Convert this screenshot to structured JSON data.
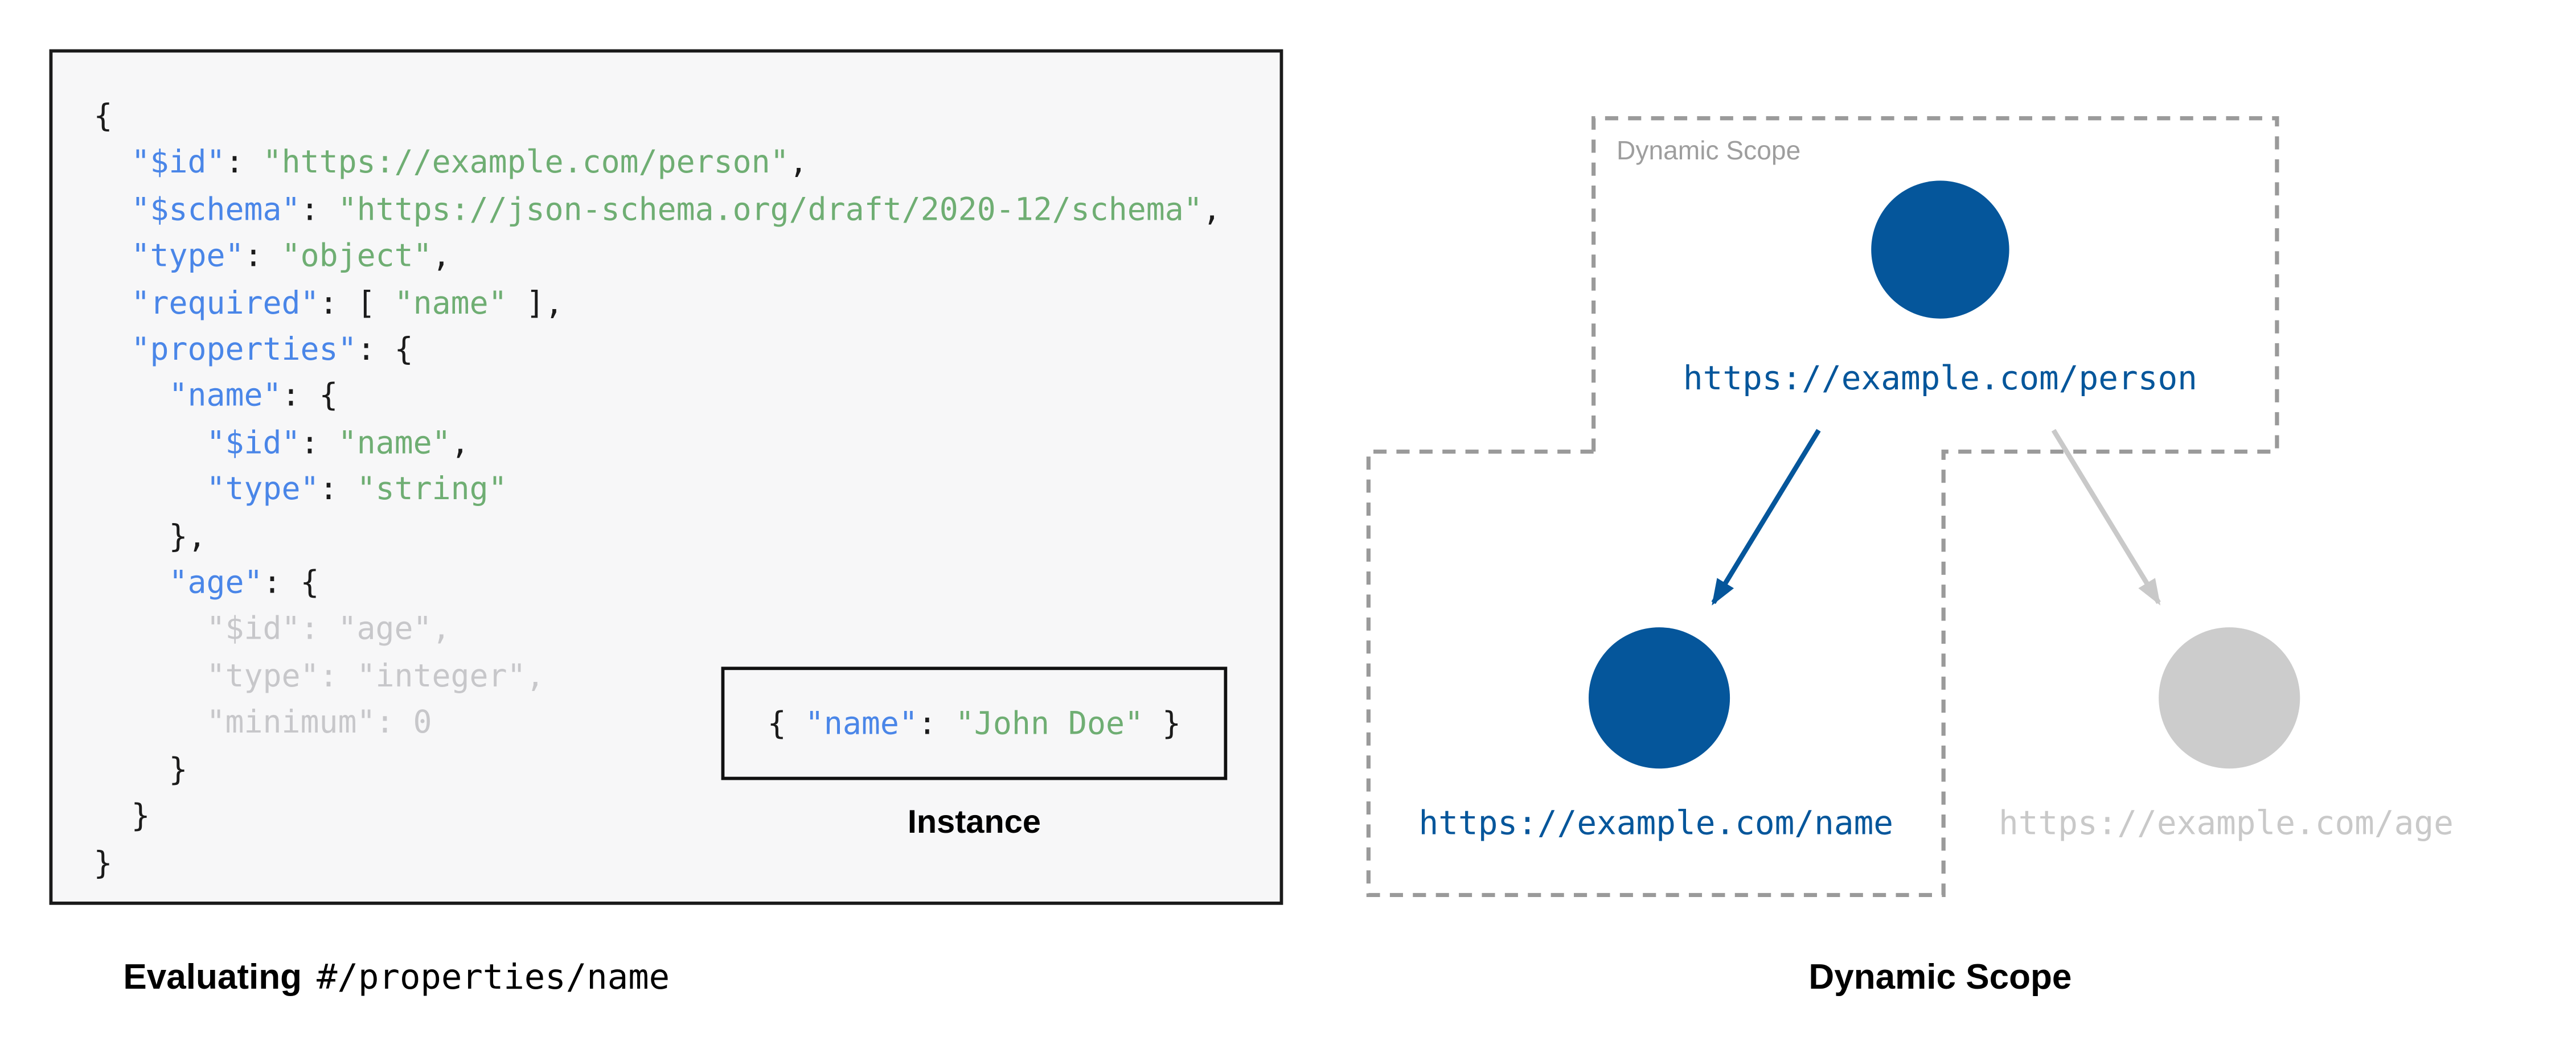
{
  "schema_panel": {
    "code_lines": [
      [
        [
          "p",
          "{"
        ]
      ],
      [
        [
          "p",
          "  "
        ],
        [
          "k",
          "\"$id\""
        ],
        [
          "p",
          ": "
        ],
        [
          "s",
          "\"https://example.com/person\""
        ],
        [
          "p",
          ","
        ]
      ],
      [
        [
          "p",
          "  "
        ],
        [
          "k",
          "\"$schema\""
        ],
        [
          "p",
          ": "
        ],
        [
          "s",
          "\"https://json-schema.org/draft/2020-12/schema\""
        ],
        [
          "p",
          ","
        ]
      ],
      [
        [
          "p",
          "  "
        ],
        [
          "k",
          "\"type\""
        ],
        [
          "p",
          ": "
        ],
        [
          "s",
          "\"object\""
        ],
        [
          "p",
          ","
        ]
      ],
      [
        [
          "p",
          "  "
        ],
        [
          "k",
          "\"required\""
        ],
        [
          "p",
          ": [ "
        ],
        [
          "s",
          "\"name\""
        ],
        [
          "p",
          " ],"
        ]
      ],
      [
        [
          "p",
          "  "
        ],
        [
          "k",
          "\"properties\""
        ],
        [
          "p",
          ": {"
        ]
      ],
      [
        [
          "p",
          "    "
        ],
        [
          "k",
          "\"name\""
        ],
        [
          "p",
          ": {"
        ]
      ],
      [
        [
          "p",
          "      "
        ],
        [
          "k",
          "\"$id\""
        ],
        [
          "p",
          ": "
        ],
        [
          "s",
          "\"name\""
        ],
        [
          "p",
          ","
        ]
      ],
      [
        [
          "p",
          "      "
        ],
        [
          "k",
          "\"type\""
        ],
        [
          "p",
          ": "
        ],
        [
          "s",
          "\"string\""
        ]
      ],
      [
        [
          "p",
          "    },"
        ]
      ],
      [
        [
          "p",
          "    "
        ],
        [
          "k",
          "\"age\""
        ],
        [
          "p",
          ": {"
        ]
      ],
      [
        [
          "d",
          "      \"$id\": \"age\","
        ]
      ],
      [
        [
          "d",
          "      \"type\": \"integer\","
        ]
      ],
      [
        [
          "d",
          "      \"minimum\": 0"
        ]
      ],
      [
        [
          "p",
          "    }"
        ]
      ],
      [
        [
          "p",
          "  }"
        ]
      ],
      [
        [
          "p",
          "}"
        ]
      ]
    ],
    "instance_tokens": [
      [
        "p",
        "{ "
      ],
      [
        "k",
        "\"name\""
      ],
      [
        "p",
        ": "
      ],
      [
        "s",
        "\"John Doe\""
      ],
      [
        "p",
        " }"
      ]
    ],
    "instance_label": "Instance",
    "caption": {
      "bold": "Evaluating",
      "pointer": "#/properties/name"
    }
  },
  "diagram": {
    "scope_box_label": "Dynamic Scope",
    "caption": "Dynamic Scope",
    "nodes": {
      "person": {
        "url": "https://example.com/person",
        "state": "active"
      },
      "name": {
        "url": "https://example.com/name",
        "state": "active"
      },
      "age": {
        "url": "https://example.com/age",
        "state": "inactive"
      }
    }
  },
  "colors": {
    "page_bg": "#ffffff",
    "panel_bg": "#f7f7f8",
    "panel_border": "#1a1a1a",
    "key_blue": "#4a86e8",
    "string_green": "#6fae73",
    "punctuation_black": "#1b1b1b",
    "inactive_code_gray": "#c7c7ca",
    "node_active_blue": "#05569b",
    "node_inactive_gray": "#cccccc",
    "url_inactive_gray": "#c9c9c9",
    "dashed_border_gray": "#9a9a9a",
    "scope_label_gray": "#9e9e9e",
    "caption_black": "#000000"
  }
}
